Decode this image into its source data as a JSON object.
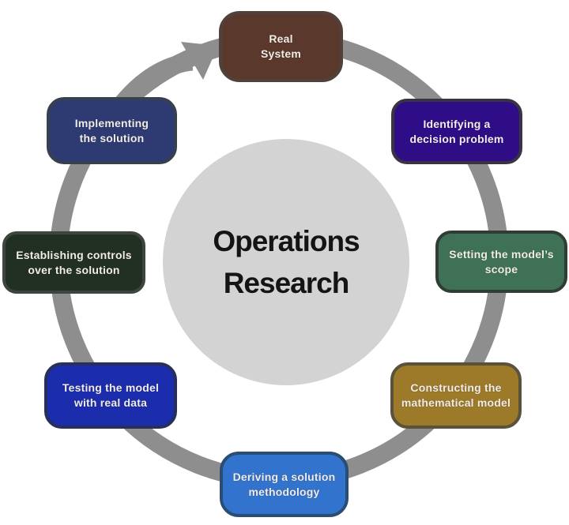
{
  "center": {
    "title_lines": [
      "Operations",
      "Research"
    ],
    "fill": "#d3d3d3",
    "text_color": "#141414"
  },
  "ring": {
    "color": "#8e8e8e"
  },
  "nodes": [
    {
      "id": "real-system",
      "lines": [
        "Real",
        "System"
      ],
      "fill": "#5a392c",
      "border": "#50423a"
    },
    {
      "id": "identifying-a-decision-problem",
      "lines": [
        "Identifying a",
        "decision problem"
      ],
      "fill": "#2f0d87",
      "border": "#3a3442"
    },
    {
      "id": "setting-the-models-scope",
      "lines": [
        "Setting the model’s",
        "scope"
      ],
      "fill": "#3f7156",
      "border": "#2f3d34"
    },
    {
      "id": "constructing-the-mathematical-model",
      "lines": [
        "Constructing the",
        "mathematical model"
      ],
      "fill": "#9c7a29",
      "border": "#5a523b"
    },
    {
      "id": "deriving-a-solution-methodology",
      "lines": [
        "Deriving a solution",
        "methodology"
      ],
      "fill": "#3273cd",
      "border": "#2a4d74"
    },
    {
      "id": "testing-the-model-with-real-data",
      "lines": [
        "Testing the model",
        "with real data"
      ],
      "fill": "#1b2dad",
      "border": "#283059"
    },
    {
      "id": "establishing-controls-over-the-solution",
      "lines": [
        "Establishing controls",
        "over the solution"
      ],
      "fill": "#223024",
      "border": "#3e443e"
    },
    {
      "id": "implementing-the-solution",
      "lines": [
        "Implementing",
        "the solution"
      ],
      "fill": "#2d3b72",
      "border": "#38404f"
    }
  ]
}
